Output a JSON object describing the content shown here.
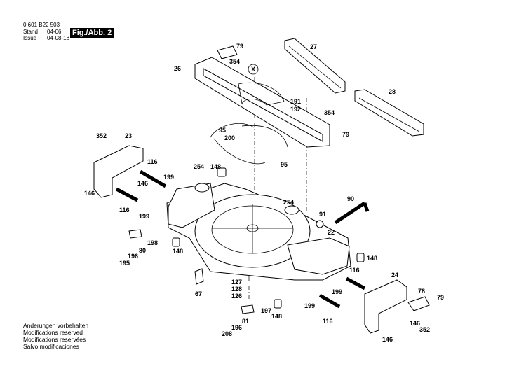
{
  "header": {
    "part_number": "0 601 B22 503",
    "stand_label": "Stand",
    "stand_value": "04-06",
    "issue_label": "Issue",
    "issue_value": "04-08-18",
    "figure": "Fig./Abb. 2"
  },
  "footer": [
    "Änderungen vorbehalten",
    "Modifications reserved",
    "Modifications reservées",
    "Salvo modificaciones"
  ],
  "callouts": {
    "c79a": "79",
    "c354a": "354",
    "c26": "26",
    "c27": "27",
    "cX": "X",
    "c28": "28",
    "c191": "191",
    "c192": "192",
    "c354b": "354",
    "c79b": "79",
    "c95a": "95",
    "c200": "200",
    "c95b": "95",
    "c352a": "352",
    "c23": "23",
    "c116a": "116",
    "c199a": "199",
    "c146a": "146",
    "c146b": "146",
    "c116b": "116",
    "c199b": "199",
    "c254a": "254",
    "c148a": "148",
    "c254b": "254",
    "c90": "90",
    "c91": "91",
    "c22": "22",
    "c198": "198",
    "c80": "80",
    "c196a": "196",
    "c195": "195",
    "c148b": "148",
    "c148c": "148",
    "c116c": "116",
    "c24": "24",
    "c199c": "199",
    "c127": "127",
    "c128": "128",
    "c126": "126",
    "c67": "67",
    "c197": "197",
    "c81": "81",
    "c196b": "196",
    "c208": "208",
    "c148d": "148",
    "c199d": "199",
    "c116d": "116",
    "c78": "78",
    "c79c": "79",
    "c146c": "146",
    "c352b": "352",
    "c146d": "146"
  }
}
